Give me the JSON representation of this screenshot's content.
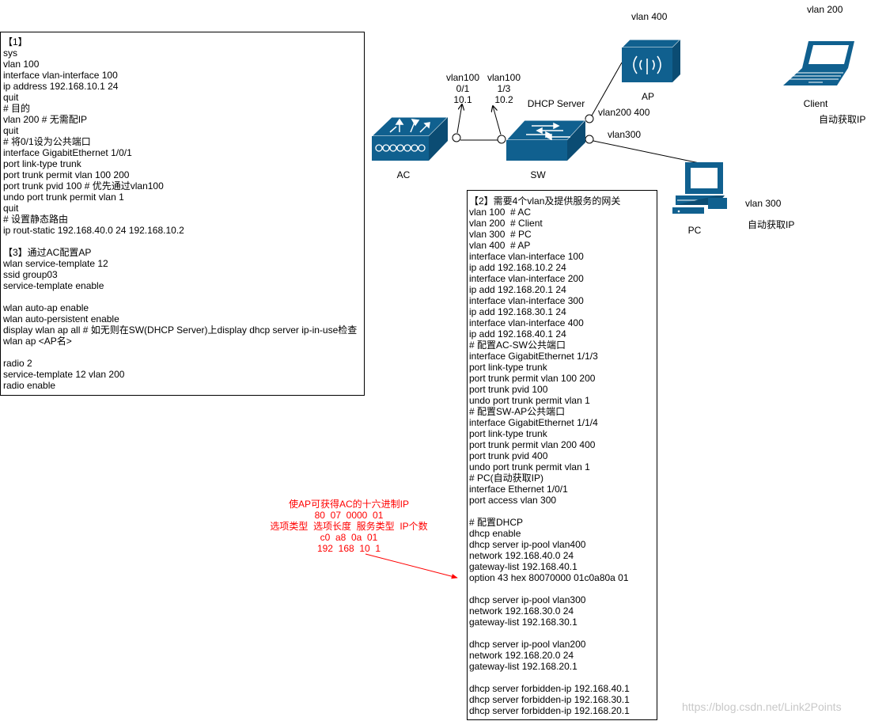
{
  "box1": {
    "lines": [
      "【1】",
      "sys",
      "vlan 100",
      "interface vlan-interface 100",
      "ip address 192.168.10.1 24",
      "quit",
      "# 目的",
      "vlan 200 # 无需配IP",
      "quit",
      "# 将0/1设为公共端口",
      "interface GigabitEthernet 1/0/1",
      "port link-type trunk",
      "port trunk permit vlan 100 200",
      "port trunk pvid 100 # 优先通过vlan100",
      "undo port trunk permit vlan 1",
      "quit",
      "# 设置静态路由",
      "ip rout-static 192.168.40.0 24 192.168.10.2",
      "",
      "【3】通过AC配置AP",
      "wlan service-template 12",
      "ssid group03",
      "service-template enable",
      "",
      "wlan auto-ap enable",
      "wlan auto-persistent enable",
      "display wlan ap all # 如无则在SW(DHCP Server)上display dhcp server ip-in-use检查",
      "wlan ap <AP名>",
      "",
      "radio 2",
      "service-template 12 vlan 200",
      "radio enable"
    ]
  },
  "box2": {
    "lines": [
      "【2】需要4个vlan及提供服务的网关",
      "vlan 100  # AC",
      "vlan 200  # Client",
      "vlan 300  # PC",
      "vlan 400  # AP",
      "interface vlan-interface 100",
      "ip add 192.168.10.2 24",
      "interface vlan-interface 200",
      "ip add 192.168.20.1 24",
      "interface vlan-interface 300",
      "ip add 192.168.30.1 24",
      "interface vlan-interface 400",
      "ip add 192.168.40.1 24",
      "# 配置AC-SW公共端口",
      "interface GigabitEthernet 1/1/3",
      "port link-type trunk",
      "port trunk permit vlan 100 200",
      "port trunk pvid 100",
      "undo port trunk permit vlan 1",
      "# 配置SW-AP公共端口",
      "interface GigabitEthernet 1/1/4",
      "port link-type trunk",
      "port trunk permit vlan 200 400",
      "port trunk pvid 400",
      "undo port trunk permit vlan 1",
      "# PC(自动获取IP)",
      "interface Ethernet 1/0/1",
      "port access vlan 300",
      "",
      "# 配置DHCP",
      "dhcp enable",
      "dhcp server ip-pool vlan400",
      "network 192.168.40.0 24",
      "gateway-list 192.168.40.1",
      "option 43 hex 80070000 01c0a80a 01",
      "",
      "dhcp server ip-pool vlan300",
      "network 192.168.30.0 24",
      "gateway-list 192.168.30.1",
      "",
      "dhcp server ip-pool vlan200",
      "network 192.168.20.0 24",
      "gateway-list 192.168.20.1",
      "",
      "dhcp server forbidden-ip 192.168.40.1",
      "dhcp server forbidden-ip 192.168.30.1",
      "dhcp server forbidden-ip 192.168.20.1"
    ]
  },
  "labels": {
    "ac": "AC",
    "sw": "SW",
    "ap": "AP",
    "pc": "PC",
    "client": "Client",
    "dhcp_server": "DHCP Server",
    "vlan100_a": "vlan100\n0/1\n10.1",
    "vlan100_b": "vlan100\n1/3\n10.2",
    "vlan200_400": "vlan200 400",
    "vlan300_port": "vlan300",
    "ap_vlan": "vlan 400",
    "client_vlan": "vlan 200",
    "client_auto": "自动获取IP",
    "pc_vlan": "vlan 300",
    "pc_auto": "自动获取IP"
  },
  "annotation": {
    "lines": [
      "使AP可获得AC的十六进制IP",
      "80  07  0000  01",
      "选项类型  选项长度  服务类型  IP个数",
      "c0  a8  0a  01",
      "192  168  10  1"
    ],
    "color": "#ff0000"
  },
  "colors": {
    "device": "#10608f",
    "annotation": "#ff0000"
  },
  "watermark": "https://blog.csdn.net/Link2Points"
}
